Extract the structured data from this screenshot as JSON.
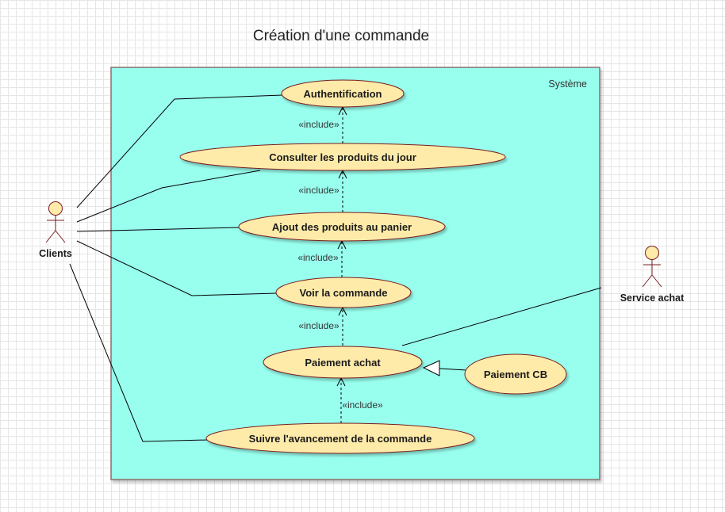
{
  "title": "Création d'une commande",
  "system": {
    "label": "Système"
  },
  "actors": {
    "clients": "Clients",
    "service_achat": "Service achat"
  },
  "use_cases": {
    "authentification": "Authentification",
    "consulter": "Consulter les produits du jour",
    "ajout": "Ajout des produits au panier",
    "voir": "Voir la commande",
    "paiement": "Paiement achat",
    "paiement_cb": "Paiement CB",
    "suivre": "Suivre l'avancement de la commande"
  },
  "relations": {
    "include_1": "«include»",
    "include_2": "«include»",
    "include_3": "«include»",
    "include_4": "«include»",
    "include_5": "«include»"
  },
  "colors": {
    "system_fill": "#98FFEE",
    "system_stroke": "#8C6E6E",
    "use_case_fill": "#FFEBA9",
    "use_case_stroke": "#7A1E1E",
    "actor_fill": "#FFEBA9",
    "actor_stroke": "#7A1E1E",
    "line": "#000000"
  }
}
